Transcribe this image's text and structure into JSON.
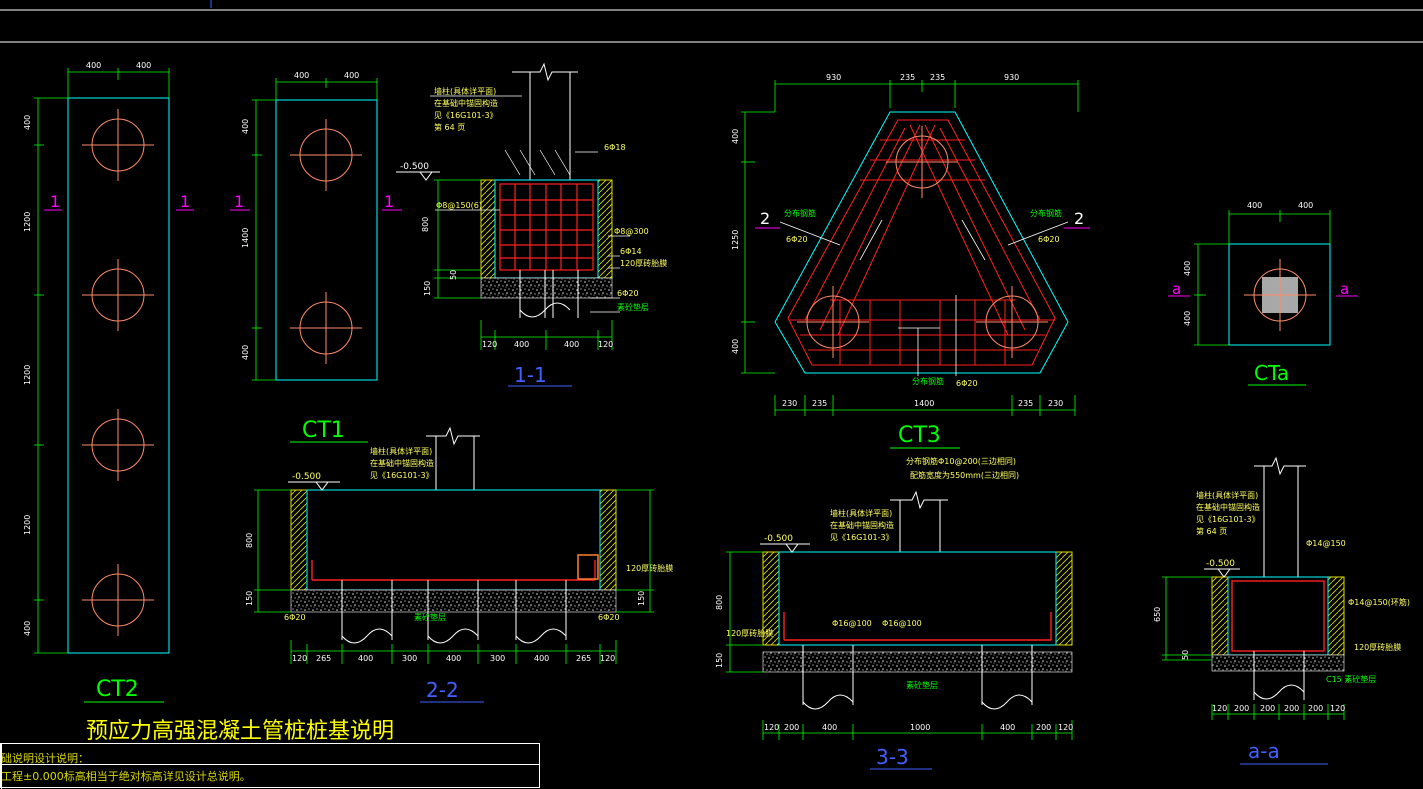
{
  "drawing_title": "预应力高强混凝土管桩桩基说明",
  "notes": {
    "line1": "础说明设计说明：",
    "line2": "工程±0.000标高相当于绝对标高详见设计总说明。"
  },
  "colors": {
    "background": "#000000",
    "dim": "#00ff00",
    "outline": "#00ffff",
    "rebar": "#ff0000",
    "pile": "#ff8c69",
    "title": "#00ff00",
    "label": "#ffff00",
    "section_mark": "#ff00ff",
    "blue_underline": "#4060ff"
  },
  "ct2": {
    "title": "CT2",
    "dims_top": [
      "400",
      "400"
    ],
    "dims_left": [
      "400",
      "1200",
      "1200",
      "1200",
      "400"
    ],
    "section_marks": [
      "1",
      "1"
    ]
  },
  "ct1": {
    "title": "CT1",
    "dims_top": [
      "400",
      "400"
    ],
    "dims_left": [
      "400",
      "1400",
      "400"
    ],
    "section_marks": [
      "1",
      "1"
    ]
  },
  "sec11": {
    "title": "1-1",
    "elev": "-0.500",
    "note1": "墙柱(具体详平面)",
    "note2": "在基础中锚固构造",
    "note3": "见《16G101-3》",
    "note4": "第 64 页",
    "bar_top": "6Φ18",
    "stirrup_left": "Φ8@150(6)",
    "stirrup_right": "Φ8@300",
    "bar_mid": "6Φ14",
    "pad": "120厚砖胎膜",
    "bar_bot": "6Φ20",
    "cushion": "素砼垫层",
    "dim_left": [
      "800",
      "50",
      "150"
    ],
    "dims_bottom": [
      "120",
      "400",
      "400",
      "120"
    ]
  },
  "sec22": {
    "title": "2-2",
    "elev": "-0.500",
    "note1": "墙柱(具体详平面)",
    "note2": "在基础中锚固构造",
    "note3": "见《16G101-3》",
    "pad": "120厚砖胎膜",
    "bar_left": "6Φ20",
    "bar_right": "6Φ20",
    "cushion": "素砼垫层",
    "dim_left": [
      "800",
      "150"
    ],
    "dim_right": [
      "150"
    ],
    "dims_bottom": [
      "120",
      "265",
      "400",
      "300",
      "400",
      "300",
      "400",
      "265",
      "120"
    ]
  },
  "ct3": {
    "title": "CT3",
    "dims_top": [
      "930",
      "235",
      "235",
      "930"
    ],
    "dims_left": [
      "400",
      "1250",
      "400"
    ],
    "dims_bottom": [
      "230",
      "235",
      "1400",
      "235",
      "230"
    ],
    "label_left": "分布钢筋",
    "bar_left": "6Φ20",
    "label_right": "分布钢筋",
    "bar_right": "6Φ20",
    "label_bottom": "分布钢筋",
    "bar_bottom": "6Φ20",
    "section_marks": [
      "2",
      "2"
    ]
  },
  "sec33": {
    "title": "3-3",
    "note_a": "分布钢筋Φ10@200(三边相同)",
    "note_b": "配筋宽度为550mm(三边相同)",
    "elev": "-0.500",
    "note1": "墙柱(具体详平面)",
    "note2": "在基础中锚固构造",
    "note3": "见《16G101-3》",
    "pad": "120厚砖胎膜",
    "bar_mid1": "Φ16@100",
    "bar_mid2": "Φ16@100",
    "cushion": "素砼垫层",
    "dim_left": [
      "800",
      "150"
    ],
    "dims_bottom": [
      "120",
      "200",
      "400",
      "1000",
      "400",
      "200",
      "120"
    ]
  },
  "cta": {
    "title": "CTa",
    "dims_top": [
      "400",
      "400"
    ],
    "dims_left": [
      "400",
      "400"
    ],
    "section_marks": [
      "a",
      "a"
    ]
  },
  "secaa": {
    "title": "a-a",
    "elev": "-0.500",
    "note1": "墙柱(具体详平面)",
    "note2": "在基础中锚固构造",
    "note3": "见《16G101-3》",
    "note4": "第 64 页",
    "bar_top": "Φ14@150",
    "bar_side": "Φ14@150(环筋)",
    "pad": "120厚砖胎膜",
    "cushion": "C15 素砼垫层",
    "dim_left": [
      "650",
      "50"
    ],
    "dims_bottom": [
      "120",
      "200",
      "200",
      "200",
      "200",
      "120"
    ]
  }
}
